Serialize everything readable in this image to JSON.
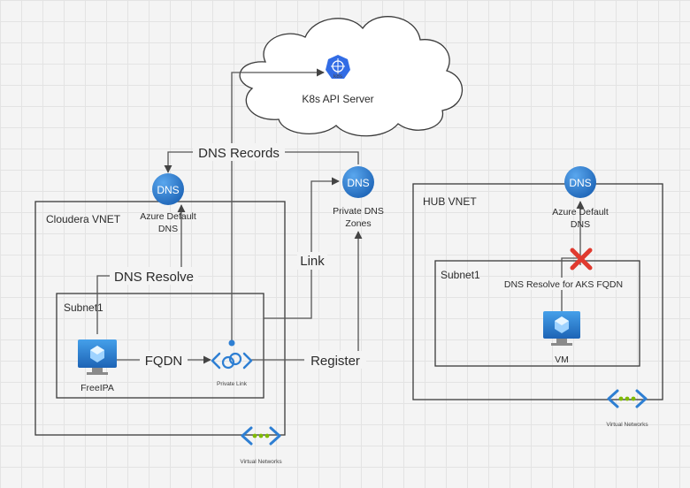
{
  "labels": {
    "k8s_api_server": "K8s API Server",
    "k8s_badge": "k8s",
    "dns_records": "DNS Records",
    "dns_icon_text": "DNS",
    "cloudera_vnet": "Cloudera VNET",
    "azure_default_dns_line1": "Azure Default",
    "azure_default_dns_line2": "DNS",
    "private_dns_zones_line1": "Private DNS",
    "private_dns_zones_line2": "Zones",
    "link": "Link",
    "dns_resolve": "DNS Resolve",
    "subnet1": "Subnet1",
    "fqdn": "FQDN",
    "register": "Register",
    "freeipa": "FreeIPA",
    "private_link": "Private Link",
    "virtual_network": "Virtual Networks",
    "hub_vnet": "HUB VNET",
    "hub_azure_default_dns_line1": "Azure Default",
    "hub_azure_default_dns_line2": "DNS",
    "hub_subnet1": "Subnet1",
    "dns_resolve_aks": "DNS Resolve for AKS FQDN",
    "vm": "VM",
    "hub_virtual_network": "Virtual Networks"
  },
  "colors": {
    "azure_blue": "#2e7fd3",
    "blocked_red": "#e03a2f",
    "network_green": "#7fba00"
  }
}
